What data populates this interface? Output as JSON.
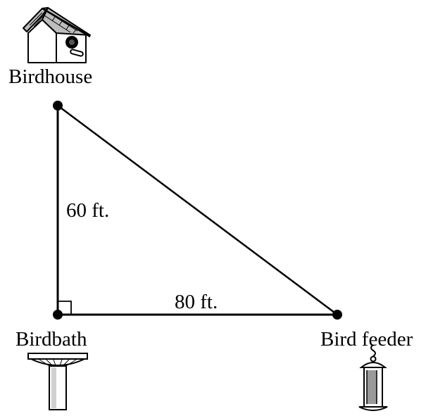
{
  "points": {
    "birdhouse": {
      "label": "Birdhouse",
      "icon": "birdhouse-icon"
    },
    "birdbath": {
      "label": "Birdbath",
      "icon": "birdbath-icon"
    },
    "bird_feeder": {
      "label": "Bird feeder",
      "icon": "bird-feeder-icon"
    }
  },
  "sides": {
    "vertical": {
      "label": "60 ft."
    },
    "horizontal": {
      "label": "80 ft."
    }
  },
  "right_angle_at": "Birdbath",
  "colors": {
    "stroke": "#000000",
    "fill_light": "#ffffff",
    "feeder_fill": "#9a9a9a"
  }
}
